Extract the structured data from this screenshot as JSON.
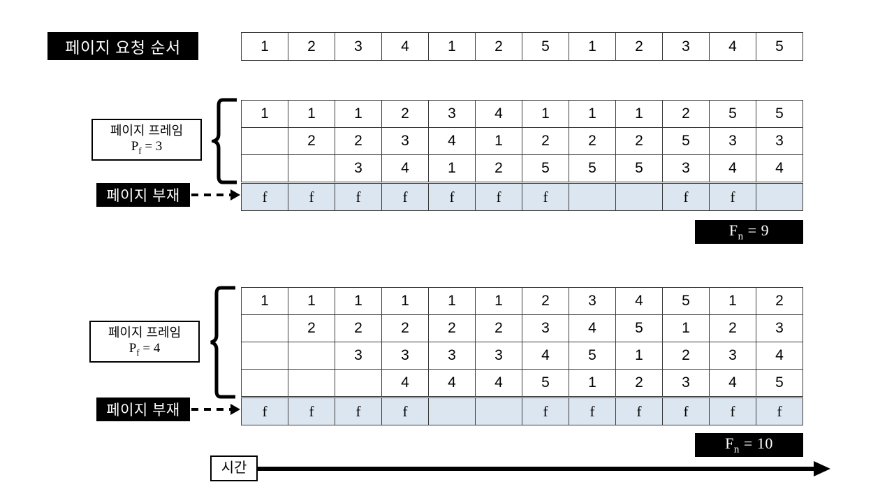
{
  "diagram": {
    "title_label": "페이지 요청 순서",
    "fault_label": "페이지 부재",
    "time_label": "시간",
    "colors": {
      "fault_fill": "#dce6f1",
      "plate_bg": "#000000",
      "plate_text": "#ffffff",
      "grid_line": "#3a3a3a"
    }
  },
  "request_sequence": {
    "name": "page-request-sequence",
    "values": [
      "1",
      "2",
      "3",
      "4",
      "1",
      "2",
      "5",
      "1",
      "2",
      "3",
      "4",
      "5"
    ]
  },
  "case_a": {
    "frame_label_line1": "페이지 프레임",
    "frame_label_line2_prefix": "P",
    "frame_label_line2_sub": "f",
    "frame_label_line2_suffix": " = 3",
    "frame_count": "3",
    "rows": [
      [
        "1",
        "1",
        "1",
        "2",
        "3",
        "4",
        "1",
        "1",
        "1",
        "2",
        "5",
        "5"
      ],
      [
        "",
        "2",
        "2",
        "3",
        "4",
        "1",
        "2",
        "2",
        "2",
        "5",
        "3",
        "3"
      ],
      [
        "",
        "",
        "3",
        "4",
        "1",
        "2",
        "5",
        "5",
        "5",
        "3",
        "4",
        "4"
      ]
    ],
    "faults": [
      "f",
      "f",
      "f",
      "f",
      "f",
      "f",
      "f",
      "",
      "",
      "f",
      "f",
      ""
    ],
    "badge_prefix": "F",
    "badge_sub": "n",
    "badge_suffix": " = 9",
    "fault_total": "9"
  },
  "case_b": {
    "frame_label_line1": "페이지 프레임",
    "frame_label_line2_prefix": "P",
    "frame_label_line2_sub": "f",
    "frame_label_line2_suffix": " = 4",
    "frame_count": "4",
    "rows": [
      [
        "1",
        "1",
        "1",
        "1",
        "1",
        "1",
        "2",
        "3",
        "4",
        "5",
        "1",
        "2"
      ],
      [
        "",
        "2",
        "2",
        "2",
        "2",
        "2",
        "3",
        "4",
        "5",
        "1",
        "2",
        "3"
      ],
      [
        "",
        "",
        "3",
        "3",
        "3",
        "3",
        "4",
        "5",
        "1",
        "2",
        "3",
        "4"
      ],
      [
        "",
        "",
        "",
        "4",
        "4",
        "4",
        "5",
        "1",
        "2",
        "3",
        "4",
        "5"
      ]
    ],
    "faults": [
      "f",
      "f",
      "f",
      "f",
      "",
      "",
      "f",
      "f",
      "f",
      "f",
      "f",
      "f"
    ],
    "badge_prefix": "F",
    "badge_sub": "n",
    "badge_suffix": " = 10",
    "fault_total": "10"
  }
}
